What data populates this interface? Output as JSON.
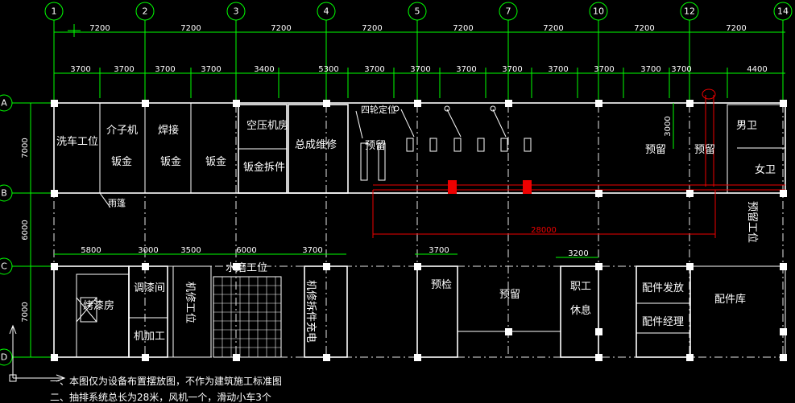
{
  "grid_top": [
    "1",
    "2",
    "3",
    "4",
    "5",
    "7",
    "10",
    "12",
    "14"
  ],
  "grid_left": [
    "A",
    "B",
    "C",
    "D"
  ],
  "dims_top": [
    "7200",
    "7200",
    "7200",
    "7200",
    "7200",
    "7200",
    "7200",
    "7200"
  ],
  "dims_second": [
    "3700",
    "3700",
    "3700",
    "3700",
    "3400",
    "5300",
    "3700",
    "3700",
    "3700",
    "3700",
    "3700",
    "3700",
    "3700",
    "3700",
    "4400"
  ],
  "dims_left": [
    "7000",
    "6000",
    "7000"
  ],
  "dim_3000_vert": "3000",
  "dim_red": "28000",
  "dims_lower": [
    "5800",
    "3000",
    "3500",
    "6000",
    "3700",
    "3700",
    "3200"
  ],
  "rooms": {
    "car_wash": "洗车工位",
    "jiezi": "介子机",
    "weld": "焊接",
    "sheet1": "钣金",
    "sheet2": "钣金",
    "sheet3": "钣金",
    "compressor": "空压机房",
    "sheet_dismantle": "钣金拆件",
    "assembly": "总成维修",
    "wheel_align": "四轮定位",
    "reserve1": "预留",
    "reserve2": "预留",
    "reserve3": "预留",
    "male_wc": "男卫",
    "female_wc": "女卫",
    "rain_shed": "雨篷",
    "reserve_station": "预留工位",
    "bake_room": "烤漆房",
    "paint_mix": "调漆间",
    "machining": "机加工",
    "grind_station": "水磨工位",
    "mech_station": "机修工位",
    "mech_dismantle": "机修拆件充电",
    "precheck": "预检",
    "reserve4": "预留",
    "staff_rest1": "职工",
    "staff_rest2": "休息",
    "parts_dist": "配件发放",
    "parts_manage": "配件经理",
    "parts_store": "配件库"
  },
  "notes": [
    "一、本图仅为设备布置摆放图，不作为建筑施工标准图",
    "二、抽排系统总长为28米，风机一个，滑动小车3个"
  ],
  "colors": {
    "green": "#00ff00",
    "white": "#ffffff",
    "red": "#ee0000",
    "background": "#000000"
  }
}
